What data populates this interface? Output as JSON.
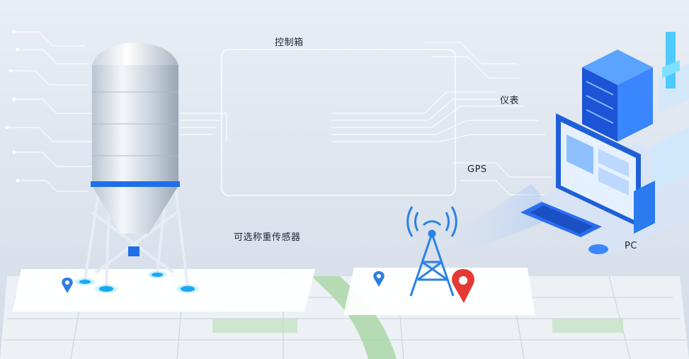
{
  "labels": {
    "control_box": "控制箱",
    "meter": "仪表",
    "gps": "GPS",
    "weight_sensor": "可选称重传感器",
    "pc": "PC"
  },
  "colors": {
    "accent_blue": "#1f6fe8",
    "glow_cyan": "#4fe3ff",
    "pin_red": "#e53935",
    "map_green": "#a9d7a6"
  },
  "icons": [
    "silo-icon",
    "signal-tower-icon",
    "server-icon",
    "monitor-icon",
    "keyboard-icon",
    "mouse-icon",
    "map-pin-icon"
  ]
}
